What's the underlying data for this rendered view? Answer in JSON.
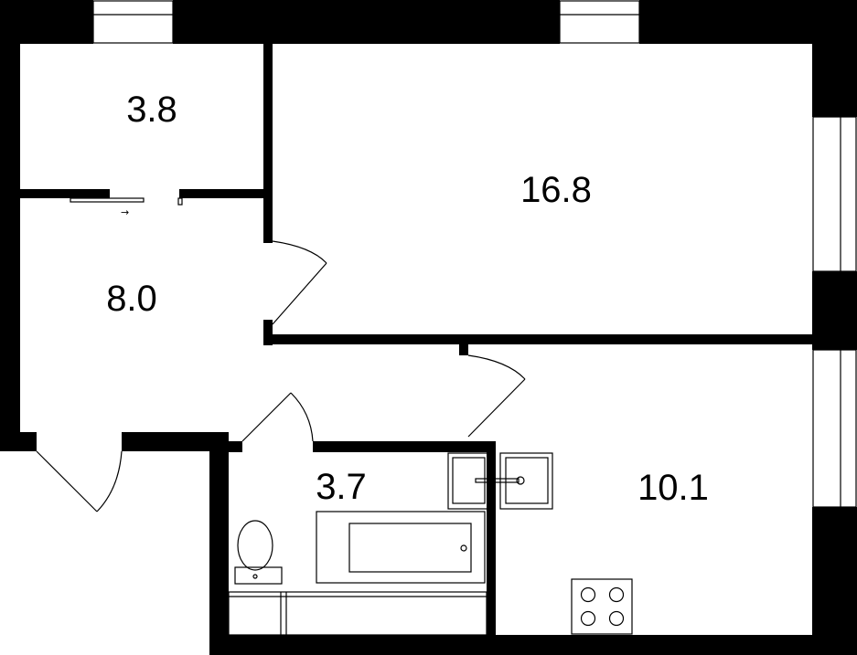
{
  "plan": {
    "wall_color": "#000000",
    "background_color": "#ffffff",
    "rooms": [
      {
        "id": "storage",
        "area": "3.8"
      },
      {
        "id": "living-room",
        "area": "16.8"
      },
      {
        "id": "hallway",
        "area": "8.0"
      },
      {
        "id": "bathroom",
        "area": "3.7"
      },
      {
        "id": "kitchen",
        "area": "10.1"
      }
    ],
    "sliding_door_arrow": "→"
  }
}
